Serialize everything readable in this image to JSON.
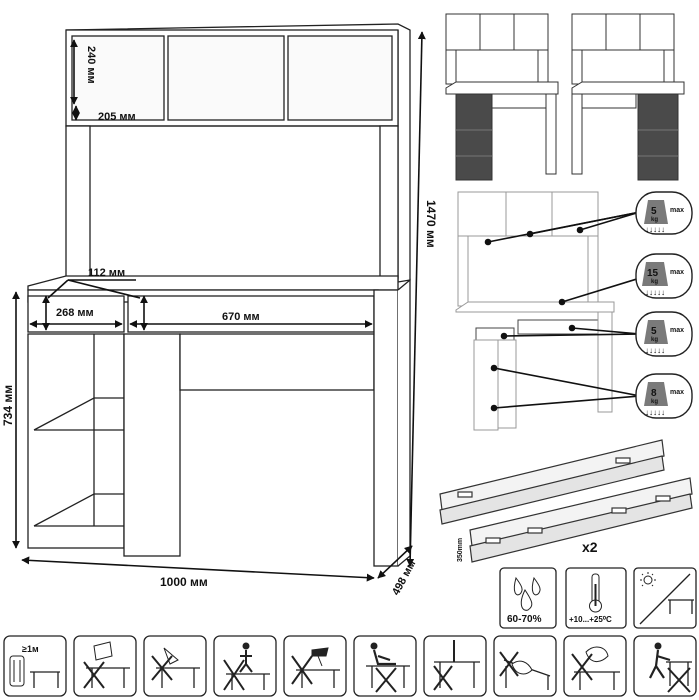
{
  "dimensions": {
    "shelf_height": "240 мм",
    "shelf_depth": "205 мм",
    "total_height": "1470 мм",
    "drawer_height": "112 мм",
    "small_drawer_width": "268 мм",
    "large_drawer_width": "670 мм",
    "desk_height": "734 мм",
    "width": "1000 мм",
    "depth": "498 мм"
  },
  "load_ratings": [
    {
      "value": "5",
      "unit": "kg",
      "max": "max"
    },
    {
      "value": "15",
      "unit": "kg",
      "max": "max"
    },
    {
      "value": "5",
      "unit": "kg",
      "max": "max"
    },
    {
      "value": "8",
      "unit": "kg",
      "max": "max"
    }
  ],
  "rails": {
    "length": "350mm",
    "quantity": "x2"
  },
  "conditions": {
    "humidity": "60-70%",
    "temperature": "+10...+25⁰C"
  },
  "care_icons": {
    "distance_label": "≥1м"
  },
  "colors": {
    "line": "#222222",
    "dark_panel": "#4a4a4a",
    "badge": "#7a7a7a",
    "panel_fill": "#f7f7f7"
  }
}
